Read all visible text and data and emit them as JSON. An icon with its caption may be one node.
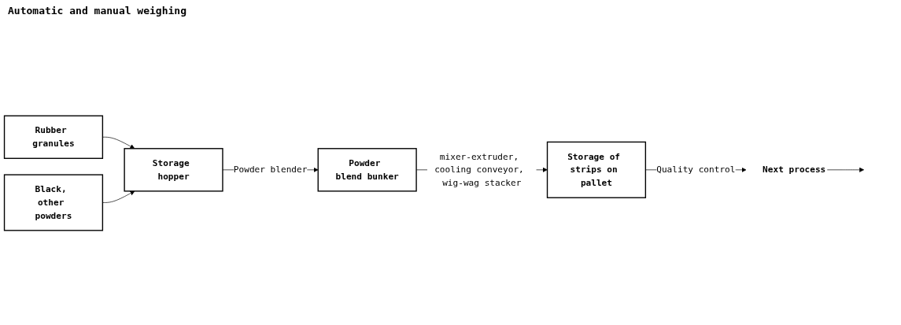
{
  "diagram": {
    "nodes": [
      {
        "text": [
          "Rubber granules"
        ]
      },
      {
        "text": [
          "Black, other powders"
        ]
      },
      {
        "text": [
          "Storage hopper"
        ]
      },
      {
        "text": [
          "Powder blend bunker"
        ]
      },
      {
        "text": [
          "Storage of strips on pallet"
        ]
      },
      {
        "text": [
          "Next process"
        ]
      }
    ],
    "edges": [
      {
        "from": 0,
        "to": 2,
        "arrow": "to"
      },
      {
        "from": 1,
        "to": 2,
        "arrow": "to"
      },
      {
        "from": 2,
        "to": 3,
        "arrow": "to",
        "label": "Powder blender"
      },
      {
        "from": 3,
        "to": 4,
        "arrow": "to",
        "label": "mixer-extruder, cooling conveyor, wig-wag stacker"
      },
      {
        "from": 4,
        "to": 5,
        "arrow": "to",
        "label": "Quality control"
      },
      {
        "from": 5,
        "to": null,
        "arrow": "to"
      }
    ],
    "labels": [
      "Automatic and manual weighing"
    ]
  }
}
